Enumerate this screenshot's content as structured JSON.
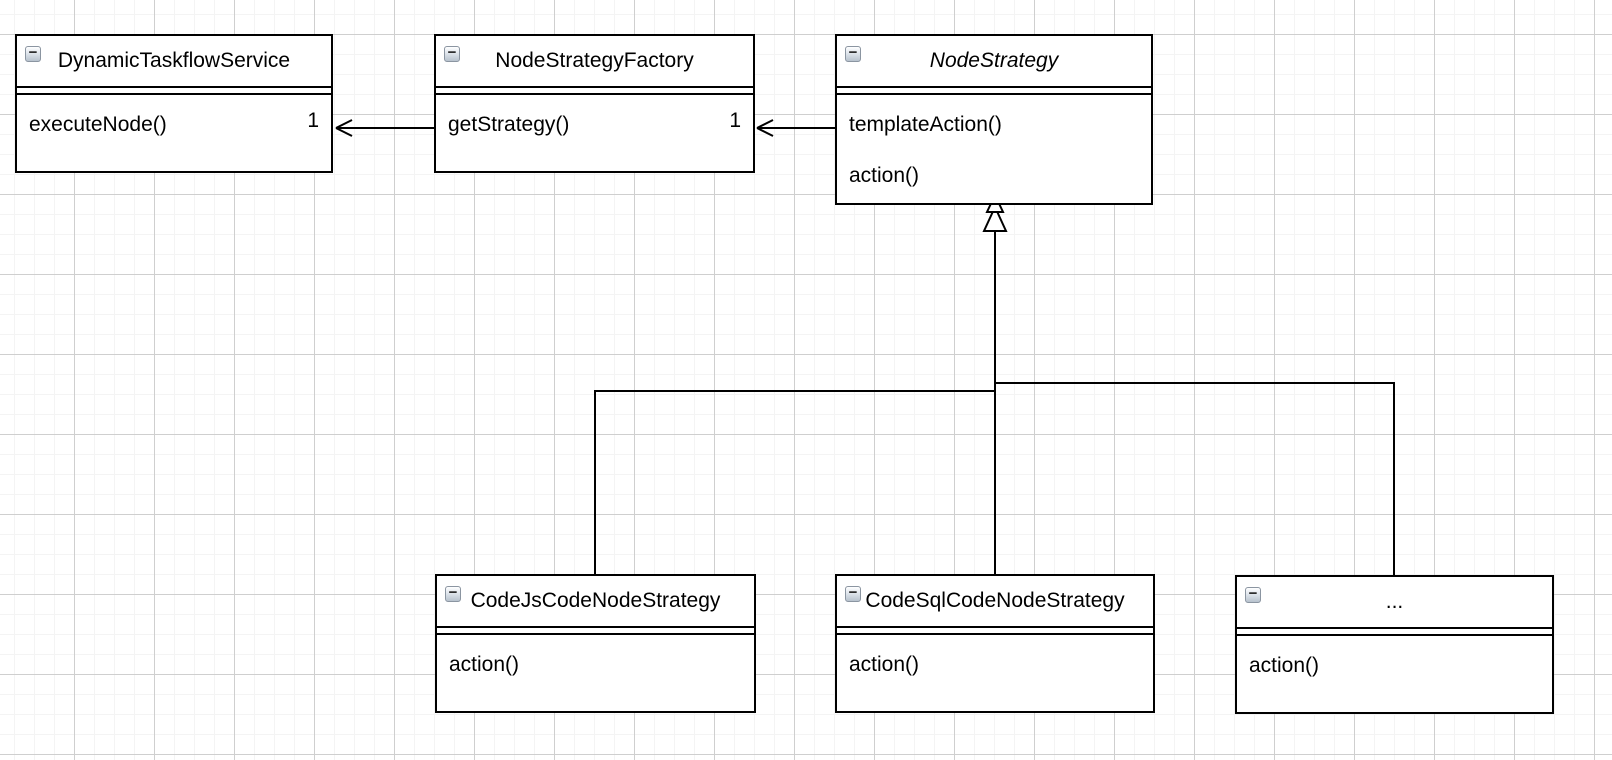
{
  "icons": {
    "collapse_glyph": "−"
  },
  "diagram": {
    "classes": [
      {
        "name": "DynamicTaskflowService",
        "abstract": false,
        "methods": [
          "executeNode()"
        ],
        "multiplicity": "1"
      },
      {
        "name": "NodeStrategyFactory",
        "abstract": false,
        "methods": [
          "getStrategy()"
        ],
        "multiplicity": "1"
      },
      {
        "name": "NodeStrategy",
        "abstract": true,
        "methods": [
          "templateAction()",
          "action()"
        ]
      },
      {
        "name": "CodeJsCodeNodeStrategy",
        "abstract": false,
        "methods": [
          "action()"
        ]
      },
      {
        "name": "CodeSqlCodeNodeStrategy",
        "abstract": false,
        "methods": [
          "action()"
        ]
      },
      {
        "name": "...",
        "abstract": false,
        "methods": [
          "action()"
        ]
      }
    ],
    "edges": [
      {
        "type": "association",
        "from": "NodeStrategyFactory",
        "to": "DynamicTaskflowService",
        "target_multiplicity": "1"
      },
      {
        "type": "association",
        "from": "NodeStrategy",
        "to": "NodeStrategyFactory",
        "target_multiplicity": "1"
      },
      {
        "type": "generalization",
        "from": "CodeJsCodeNodeStrategy",
        "to": "NodeStrategy"
      },
      {
        "type": "generalization",
        "from": "CodeSqlCodeNodeStrategy",
        "to": "NodeStrategy"
      },
      {
        "type": "generalization",
        "from": "...",
        "to": "NodeStrategy"
      }
    ]
  }
}
